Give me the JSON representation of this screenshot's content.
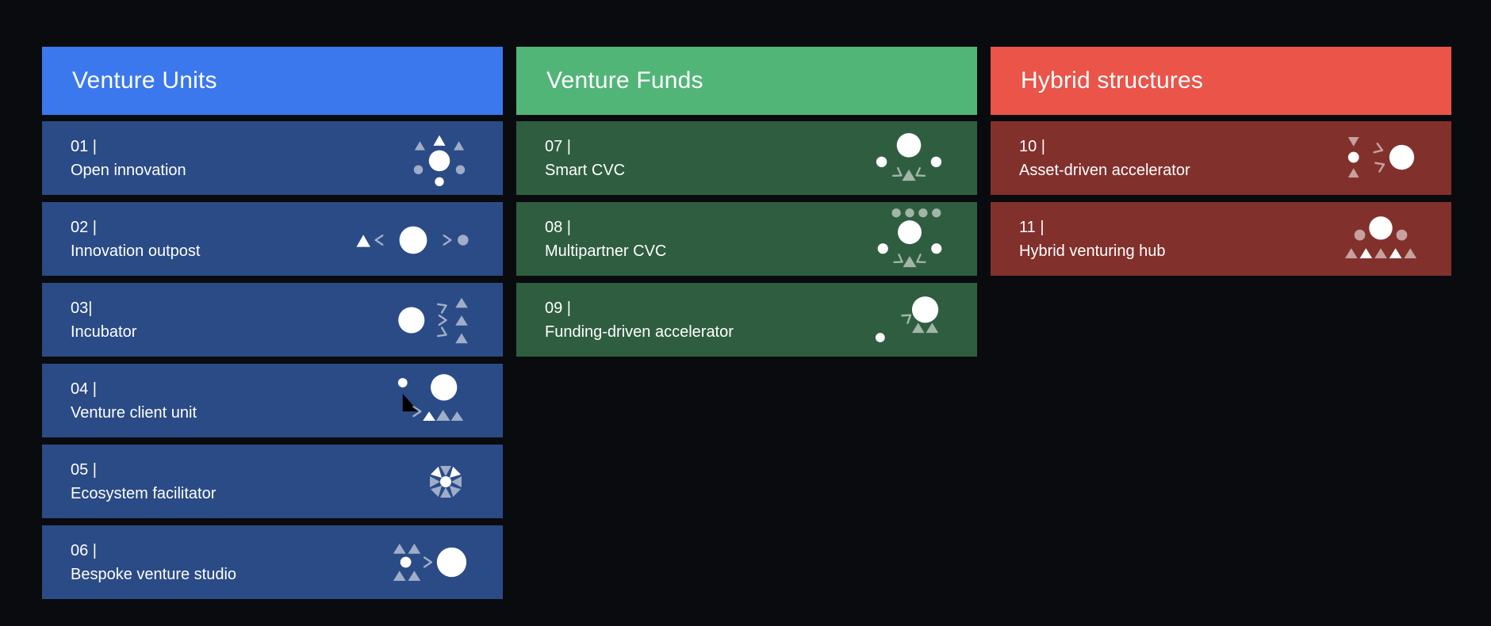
{
  "page": {
    "background": "#0a0b0e"
  },
  "icon_colors": {
    "primary": "#ffffff",
    "muted": "rgba(255,255,255,0.55)"
  },
  "columns": [
    {
      "id": "venture-units",
      "title": "Venture Units",
      "header_color": "#3b78ee",
      "item_color": "#2a4b86",
      "items": [
        {
          "number": "01 |",
          "title": "Open innovation",
          "icon": "open-innovation-sun-icon"
        },
        {
          "number": "02 |",
          "title": "Innovation outpost",
          "icon": "innovation-outpost-flow-icon"
        },
        {
          "number": "03|",
          "title": "Incubator",
          "icon": "incubator-fan-icon"
        },
        {
          "number": "04 |",
          "title": "Venture client unit",
          "icon": "venture-client-elbow-icon"
        },
        {
          "number": "05 |",
          "title": "Ecosystem facilitator",
          "icon": "ecosystem-burst-icon"
        },
        {
          "number": "06 |",
          "title": "Bespoke venture studio",
          "icon": "venture-studio-merge-icon"
        }
      ]
    },
    {
      "id": "venture-funds",
      "title": "Venture Funds",
      "header_color": "#52b578",
      "item_color": "#2f5d40",
      "items": [
        {
          "number": "07 |",
          "title": "Smart CVC",
          "icon": "smart-cvc-converge-icon"
        },
        {
          "number": "08 |",
          "title": "Multipartner CVC",
          "icon": "multipartner-cvc-icon"
        },
        {
          "number": "09 |",
          "title": "Funding-driven accelerator",
          "icon": "funding-accelerator-icon"
        }
      ]
    },
    {
      "id": "hybrid-structures",
      "title": "Hybrid structures",
      "header_color": "#ea5449",
      "item_color": "#82302c",
      "items": [
        {
          "number": "10 |",
          "title": "Asset-driven accelerator",
          "icon": "asset-accelerator-icon"
        },
        {
          "number": "11 |",
          "title": "Hybrid venturing hub",
          "icon": "hybrid-hub-icon"
        }
      ]
    }
  ]
}
